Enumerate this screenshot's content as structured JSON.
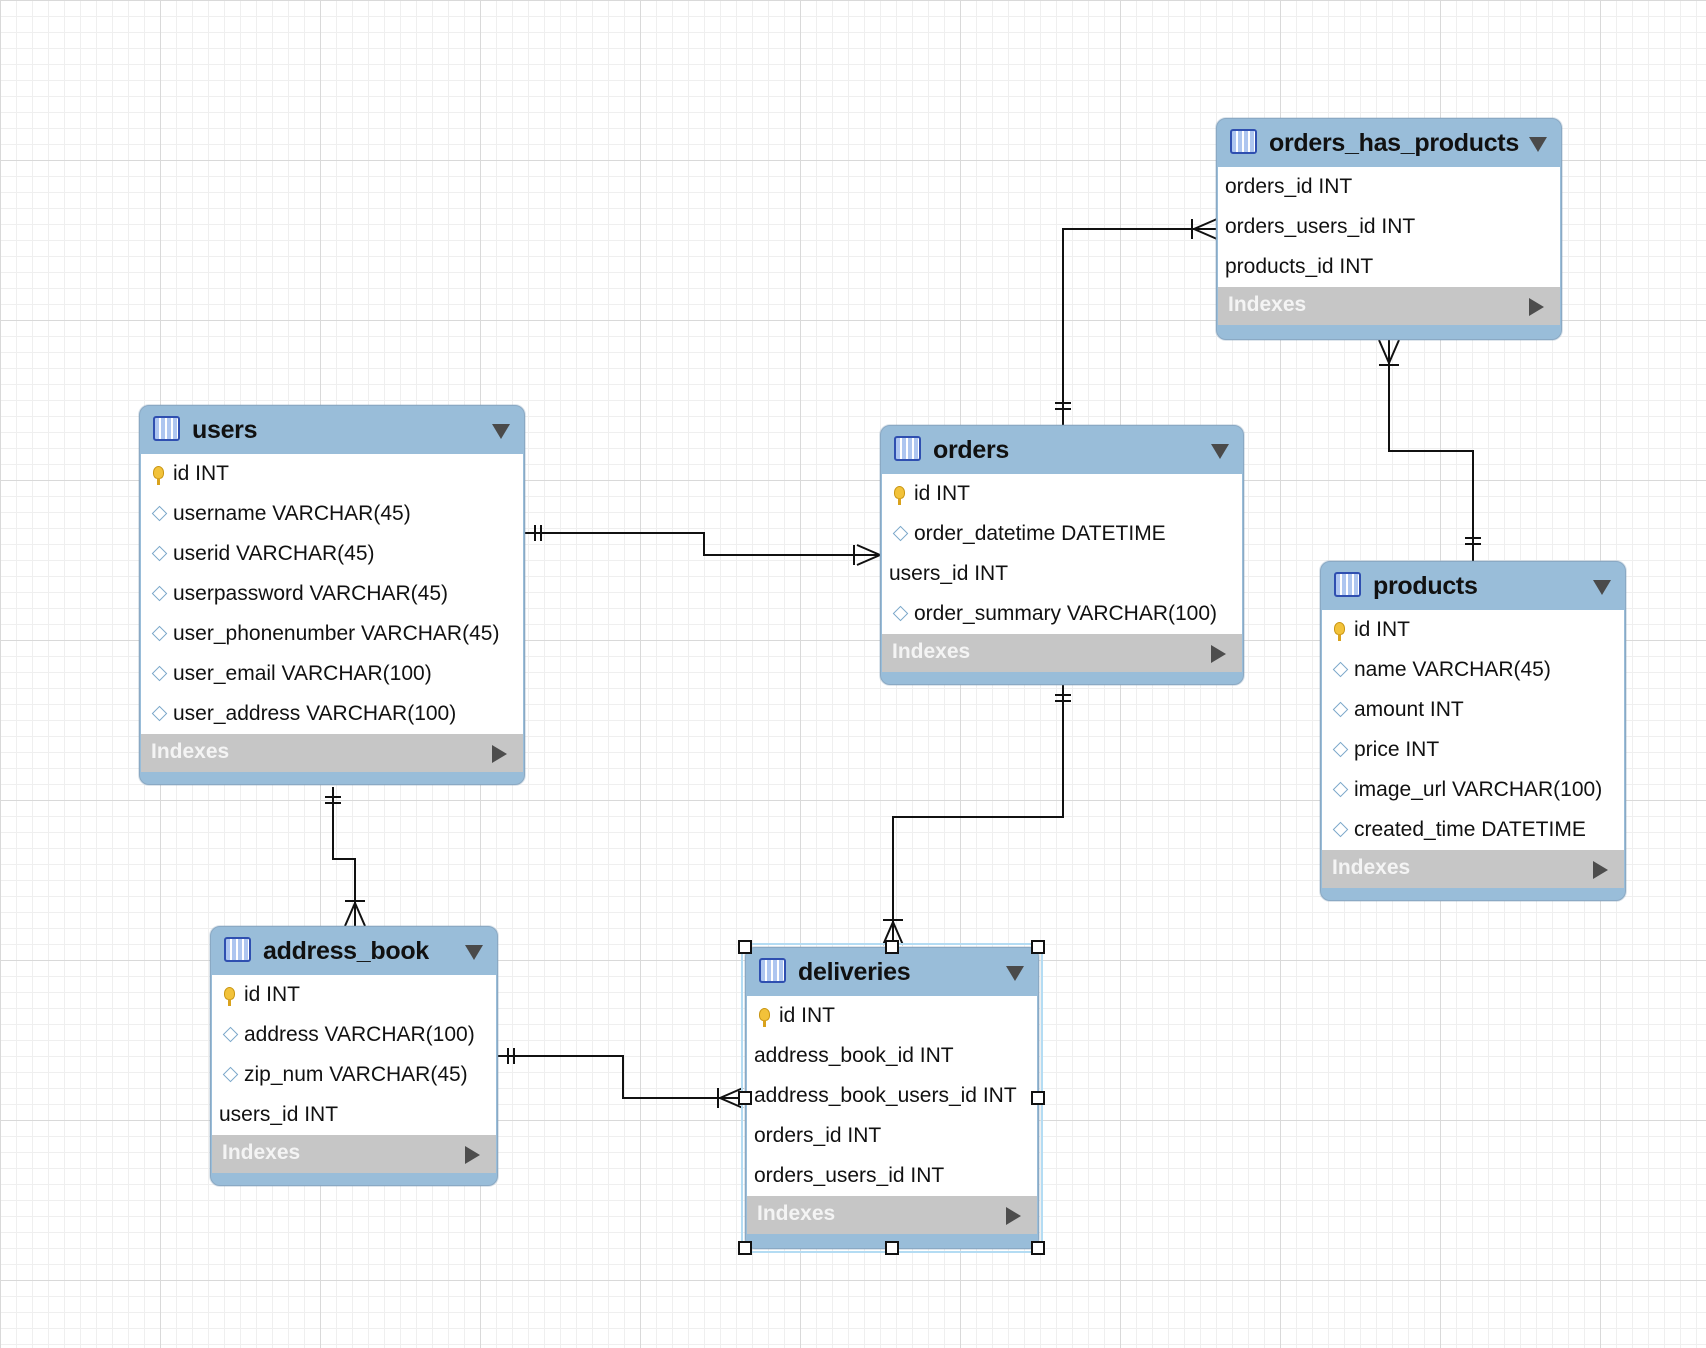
{
  "tables": {
    "users": {
      "name": "users",
      "columns": [
        {
          "text": "id INT",
          "kind": "pk"
        },
        {
          "text": "username VARCHAR(45)",
          "kind": "col"
        },
        {
          "text": "userid VARCHAR(45)",
          "kind": "col"
        },
        {
          "text": "userpassword VARCHAR(45)",
          "kind": "col"
        },
        {
          "text": "user_phonenumber VARCHAR(45)",
          "kind": "col"
        },
        {
          "text": "user_email VARCHAR(100)",
          "kind": "col"
        },
        {
          "text": "user_address VARCHAR(100)",
          "kind": "col"
        }
      ],
      "indexes_label": "Indexes"
    },
    "orders": {
      "name": "orders",
      "columns": [
        {
          "text": "id INT",
          "kind": "pk"
        },
        {
          "text": "order_datetime DATETIME",
          "kind": "col"
        },
        {
          "text": "users_id INT",
          "kind": "fk"
        },
        {
          "text": "order_summary VARCHAR(100)",
          "kind": "col"
        }
      ],
      "indexes_label": "Indexes"
    },
    "orders_has_products": {
      "name": "orders_has_products",
      "columns": [
        {
          "text": "orders_id INT",
          "kind": "fk"
        },
        {
          "text": "orders_users_id INT",
          "kind": "fk"
        },
        {
          "text": "products_id INT",
          "kind": "fk"
        }
      ],
      "indexes_label": "Indexes"
    },
    "products": {
      "name": "products",
      "columns": [
        {
          "text": "id INT",
          "kind": "pk"
        },
        {
          "text": "name VARCHAR(45)",
          "kind": "col"
        },
        {
          "text": "amount INT",
          "kind": "col"
        },
        {
          "text": "price INT",
          "kind": "col"
        },
        {
          "text": "image_url VARCHAR(100)",
          "kind": "col"
        },
        {
          "text": "created_time DATETIME",
          "kind": "col"
        }
      ],
      "indexes_label": "Indexes"
    },
    "address_book": {
      "name": "address_book",
      "columns": [
        {
          "text": "id INT",
          "kind": "pk"
        },
        {
          "text": "address VARCHAR(100)",
          "kind": "col"
        },
        {
          "text": "zip_num VARCHAR(45)",
          "kind": "col"
        },
        {
          "text": "users_id INT",
          "kind": "fk"
        }
      ],
      "indexes_label": "Indexes"
    },
    "deliveries": {
      "name": "deliveries",
      "columns": [
        {
          "text": "id INT",
          "kind": "pk"
        },
        {
          "text": "address_book_id INT",
          "kind": "fk"
        },
        {
          "text": "address_book_users_id INT",
          "kind": "fk"
        },
        {
          "text": "orders_id INT",
          "kind": "fk"
        },
        {
          "text": "orders_users_id INT",
          "kind": "fk"
        }
      ],
      "indexes_label": "Indexes"
    }
  },
  "relationships": [
    {
      "one": "users",
      "many": "orders"
    },
    {
      "one": "users",
      "many": "address_book"
    },
    {
      "one": "orders",
      "many": "orders_has_products"
    },
    {
      "one": "products",
      "many": "orders_has_products"
    },
    {
      "one": "orders",
      "many": "deliveries"
    },
    {
      "one": "address_book",
      "many": "deliveries"
    }
  ],
  "selected_table": "deliveries"
}
